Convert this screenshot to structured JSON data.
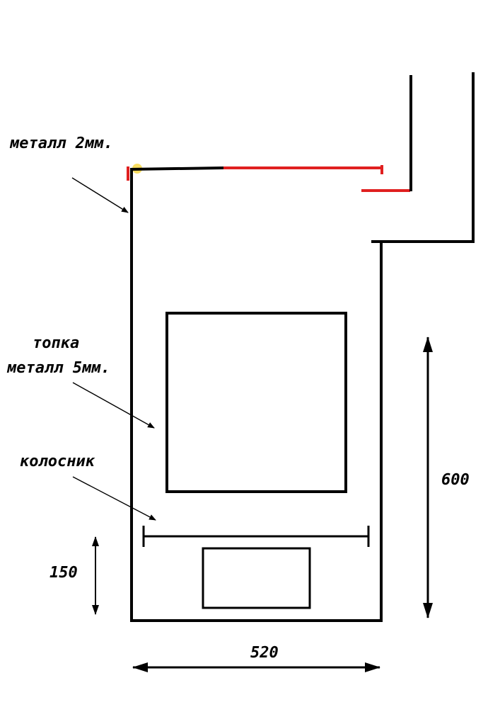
{
  "labels": {
    "metal_2mm": "металл 2мм.",
    "firebox_line1": "топка",
    "firebox_line2": "металл 5мм.",
    "grate": "колосник"
  },
  "dimensions": {
    "width": "520",
    "height": "600",
    "ash_height": "150"
  },
  "colors": {
    "line": "#000000",
    "highlight": "#e02020",
    "marker": "#f5d020"
  }
}
